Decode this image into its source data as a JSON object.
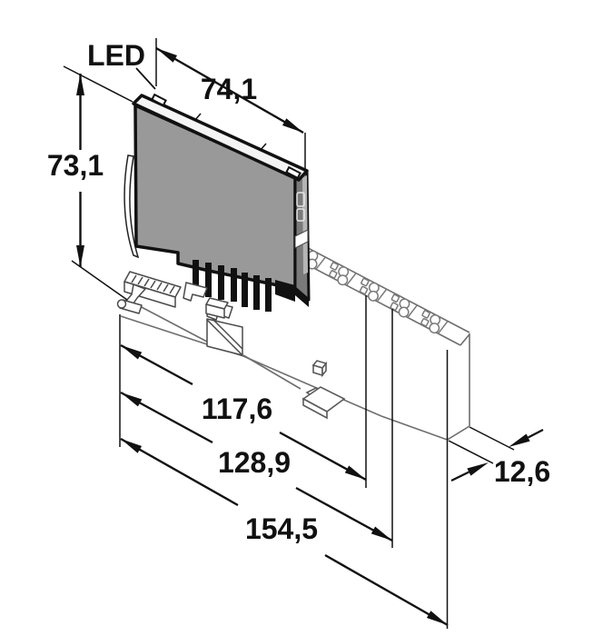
{
  "drawing": {
    "part_label": "LED",
    "dimensions": {
      "width_top": "74,1",
      "height_left": "73,1",
      "length_1": "117,6",
      "length_2": "128,9",
      "length_3": "154,5",
      "depth_right": "12,6"
    },
    "colors": {
      "line": "#111111",
      "module_face": "#999999",
      "module_side": "#7a7a7a",
      "module_top": "#f4f4f4",
      "base_outline": "#6e6e6e",
      "background": "#ffffff"
    }
  }
}
